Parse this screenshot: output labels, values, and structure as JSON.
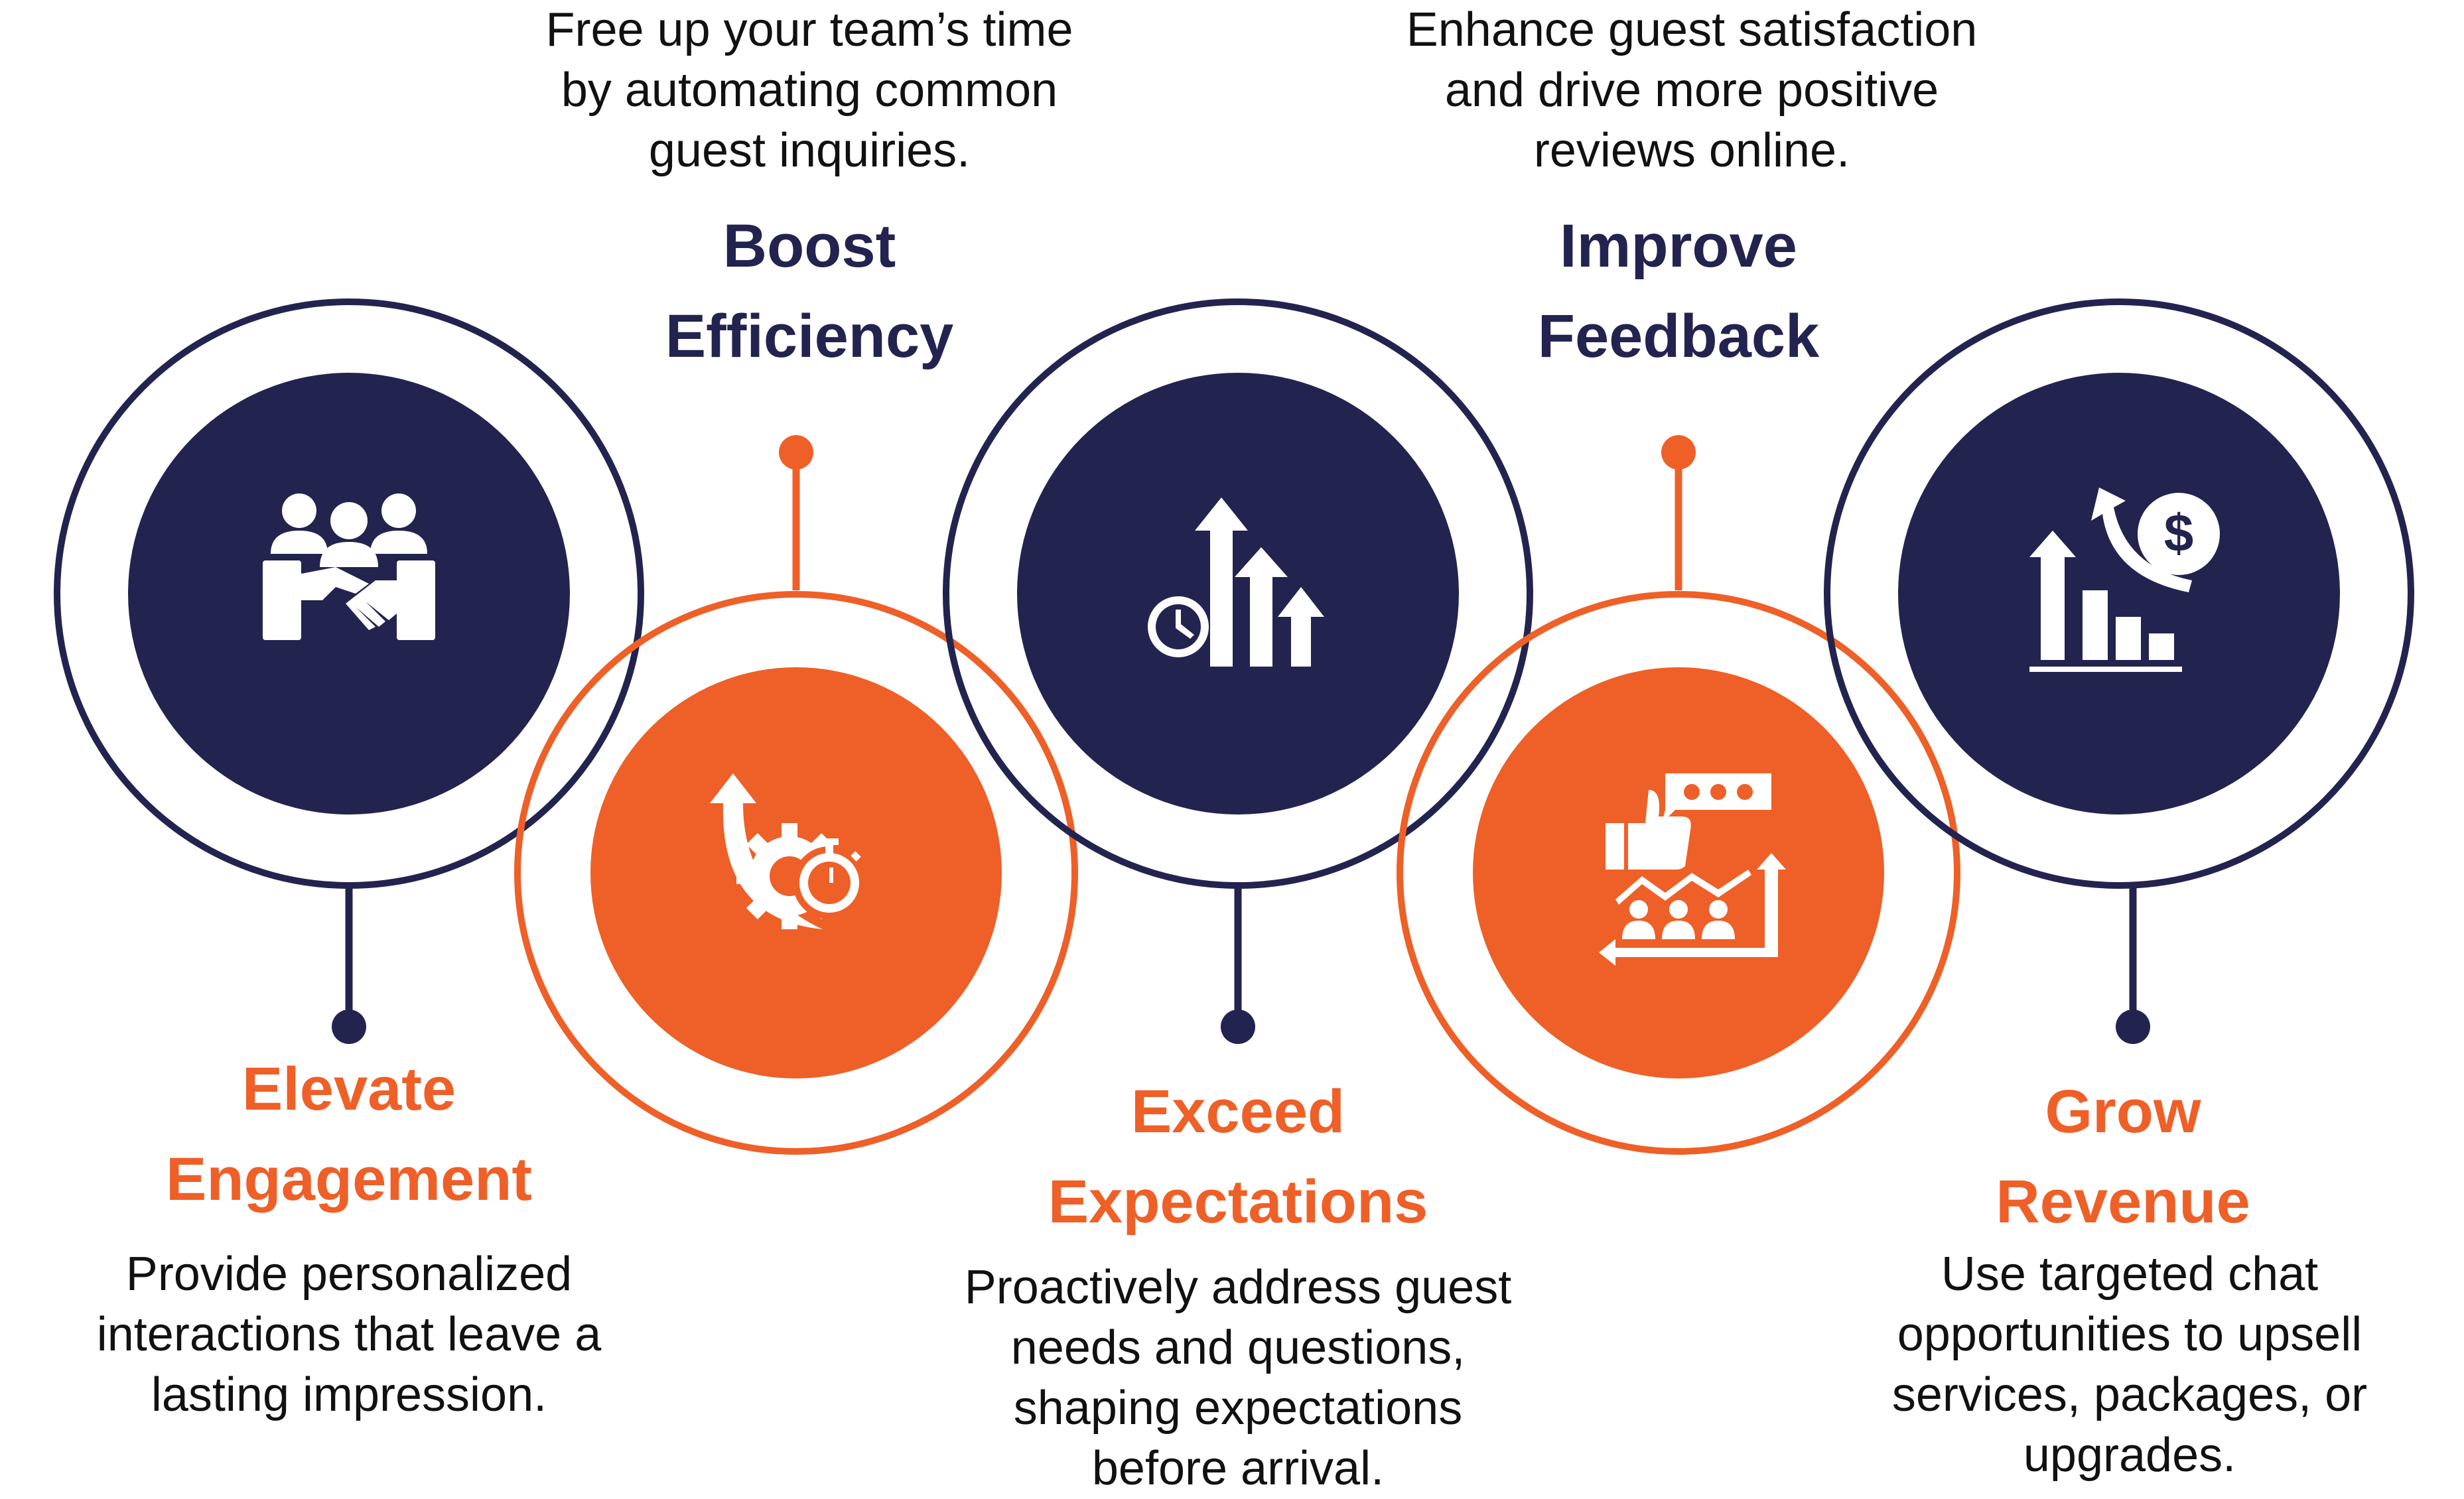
{
  "colors": {
    "navy": "#232350",
    "orange": "#ee6027",
    "white": "#ffffff",
    "text": "#111111"
  },
  "steps": [
    {
      "title_line1": "Elevate",
      "title_line2": "Engagement",
      "desc_lines": [
        "Provide personalized",
        "interactions that leave a",
        "lasting impression."
      ],
      "icon": "handshake-team-icon",
      "color": "navy"
    },
    {
      "title_line1": "Boost",
      "title_line2": "Efficiency",
      "desc_lines": [
        "Free up your team’s time",
        "by automating common",
        "guest inquiries."
      ],
      "icon": "gear-stopwatch-arrow-icon",
      "color": "orange"
    },
    {
      "title_line1": "Exceed",
      "title_line2": "Expectations",
      "desc_lines": [
        "Proactively address guest",
        "needs and questions,",
        "shaping expectations",
        "before arrival."
      ],
      "icon": "growth-arrows-clock-icon",
      "color": "navy"
    },
    {
      "title_line1": "Improve",
      "title_line2": "Feedback",
      "desc_lines": [
        "Enhance guest satisfaction",
        "and drive more positive",
        "reviews online."
      ],
      "icon": "thumbs-up-rating-icon",
      "color": "orange"
    },
    {
      "title_line1": "Grow",
      "title_line2": "Revenue",
      "desc_lines": [
        "Use targeted chat",
        "opportunities to upsell",
        "services, packages, or",
        "upgrades."
      ],
      "icon": "revenue-growth-chart-icon",
      "color": "navy"
    }
  ]
}
